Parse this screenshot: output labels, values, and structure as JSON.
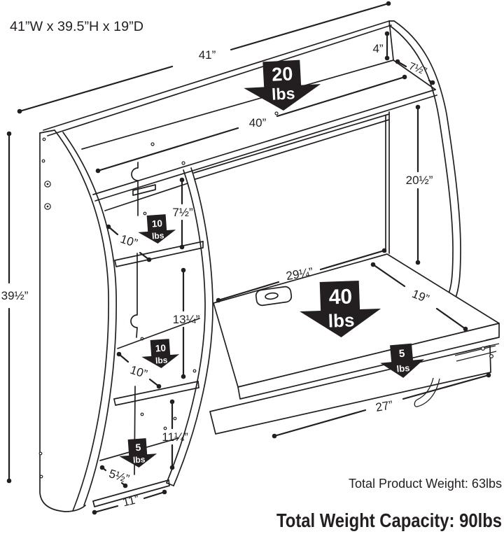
{
  "title": "41”W x 39.5”H x 19”D",
  "dimensions": {
    "overall_width": "41”",
    "rail_height": "4”",
    "top_shelf_depth": "7½”",
    "shelf_span": "40”",
    "desk_clearance_height": "20½”",
    "cubby1_height": "7½”",
    "shelf1_depth": "10”",
    "desktop_width": "29¼”",
    "desktop_depth": "19”",
    "cubby2_height": "13¼”",
    "shelf2_depth": "10”",
    "drawer_width": "27”",
    "cubby3_height": "11¼”",
    "bottom_shelf_depth": "5½”",
    "bottom_width": "11”",
    "overall_height": "39½”"
  },
  "capacities": {
    "top_shelf": {
      "value": "20",
      "unit": "lbs"
    },
    "shelf1": {
      "value": "10",
      "unit": "lbs"
    },
    "shelf2": {
      "value": "10",
      "unit": "lbs"
    },
    "bottom_shelf": {
      "value": "5",
      "unit": "lbs"
    },
    "desktop": {
      "value": "40",
      "unit": "lbs"
    },
    "drawer": {
      "value": "5",
      "unit": "lbs"
    }
  },
  "footer": {
    "product_weight": "Total Product Weight: 63lbs",
    "weight_capacity": "Total Weight Capacity: 90lbs"
  },
  "colors": {
    "ink": "#231f20",
    "background": "#ffffff"
  }
}
